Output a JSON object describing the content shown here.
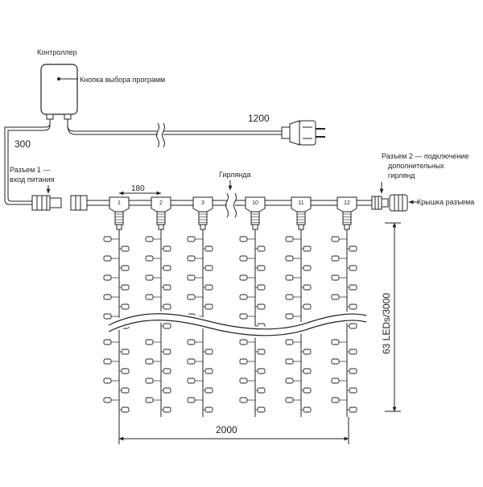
{
  "labels": {
    "controller": "Контроллер",
    "button": "Кнопка выбора программ",
    "connector1_line1": "Разъем 1 —",
    "connector1_line2": "вход питания",
    "connector2_line1": "Разъем 2 — подключение",
    "connector2_line2": "дополнительных",
    "connector2_line3": "гирлянд",
    "cap": "Крышка разъема",
    "garland": "Гирлянда"
  },
  "dimensions": {
    "cable_length": "1200",
    "lead_length": "300",
    "drop_spacing": "180",
    "width": "2000",
    "height": "63 LEDs/3000"
  },
  "drops": [
    "1",
    "2",
    "3",
    "10",
    "11",
    "12"
  ]
}
